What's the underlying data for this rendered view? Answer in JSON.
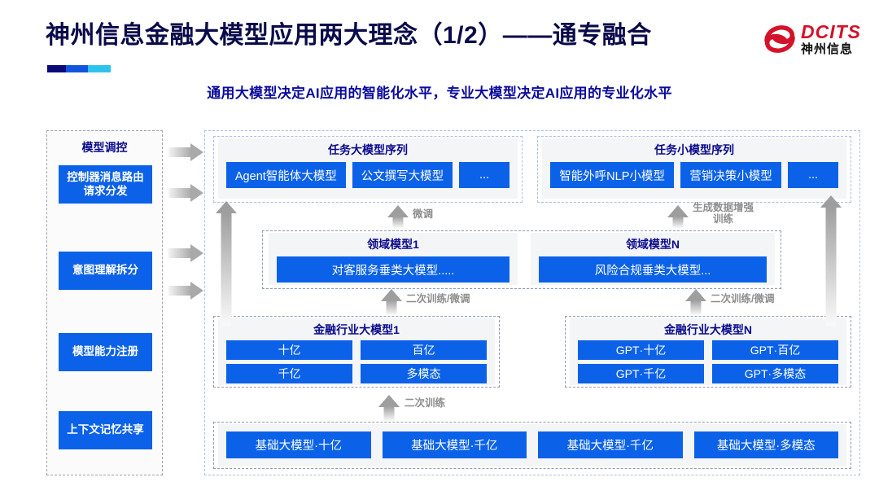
{
  "header": {
    "title": "神州信息金融大模型应用两大理念（1/2）——通专融合",
    "subtitle": "通用大模型决定AI应用的智能化水平，专业大模型决定AI应用的专业化水平",
    "accent_colors": [
      "#0a0a78",
      "#1154e0",
      "#2ec3ec"
    ]
  },
  "logo": {
    "en": "DCITS",
    "cn": "神州信息",
    "mark_color": "#d4122a",
    "text_color": "#d4122a"
  },
  "control_panel": {
    "title": "模型调控",
    "items": [
      {
        "label": "控制器消息路由请求分发"
      },
      {
        "label": "意图理解拆分"
      },
      {
        "label": "模型能力注册"
      },
      {
        "label": "上下文记忆共享"
      }
    ]
  },
  "task_big": {
    "title": "任务大模型序列",
    "chips": [
      "Agent智能体大模型",
      "公文撰写大模型",
      "..."
    ]
  },
  "task_small": {
    "title": "任务小模型序列",
    "chips": [
      "智能外呼NLP小模型",
      "营销决策小模型",
      "..."
    ]
  },
  "domain_left": {
    "title": "领域模型1",
    "chips": [
      "对客服务垂类大模型....."
    ]
  },
  "domain_right": {
    "title": "领域模型N",
    "chips": [
      "风险合规垂类大模型..."
    ]
  },
  "industry_left": {
    "title": "金融行业大模型1",
    "chips": [
      "十亿",
      "百亿",
      "千亿",
      "多模态"
    ]
  },
  "industry_right": {
    "title": "金融行业大模型N",
    "chips": [
      "GPT·十亿",
      "GPT·百亿",
      "GPT·千亿",
      "GPT·多模态"
    ]
  },
  "base_models": {
    "chips": [
      "基础大模型·十亿",
      "基础大模型·千亿",
      "基础大模型·千亿",
      "基础大模型·多模态"
    ]
  },
  "arrow_labels": {
    "finetune": "微调",
    "generate_augment": "生成数据增强训练",
    "retrain_finetune_left": "二次训练/微调",
    "retrain_finetune_right": "二次训练/微调",
    "retrain": "二次训练"
  },
  "colors": {
    "chip_blue": "#0b62e8",
    "title_navy": "#0a0a4a",
    "subtitle_navy": "#0a0a9c",
    "panel_gray": "#f4f5f7",
    "arrow_gray": "#9e9e9e"
  }
}
